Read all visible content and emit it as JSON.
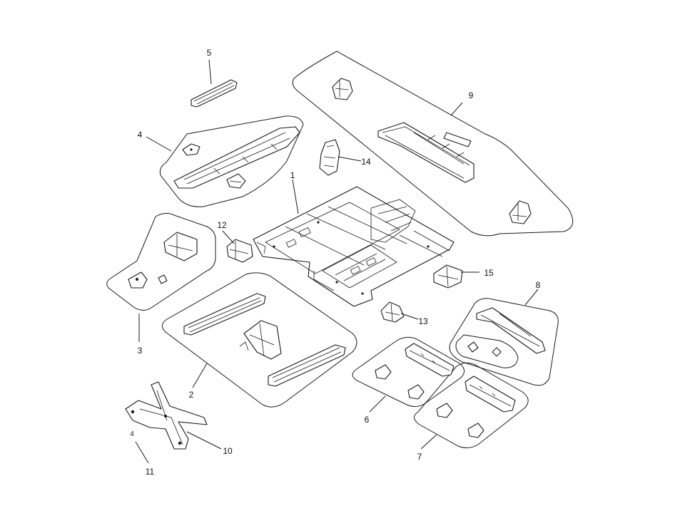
{
  "callouts": {
    "c1": "1",
    "c2": "2",
    "c3": "3",
    "c4": "4",
    "c5": "5",
    "c6": "6",
    "c7": "7",
    "c8": "8",
    "c9": "9",
    "c10": "10",
    "c11": "11",
    "c12": "12",
    "c13": "13",
    "c14": "14",
    "c15": "15",
    "c4_small": "4"
  }
}
